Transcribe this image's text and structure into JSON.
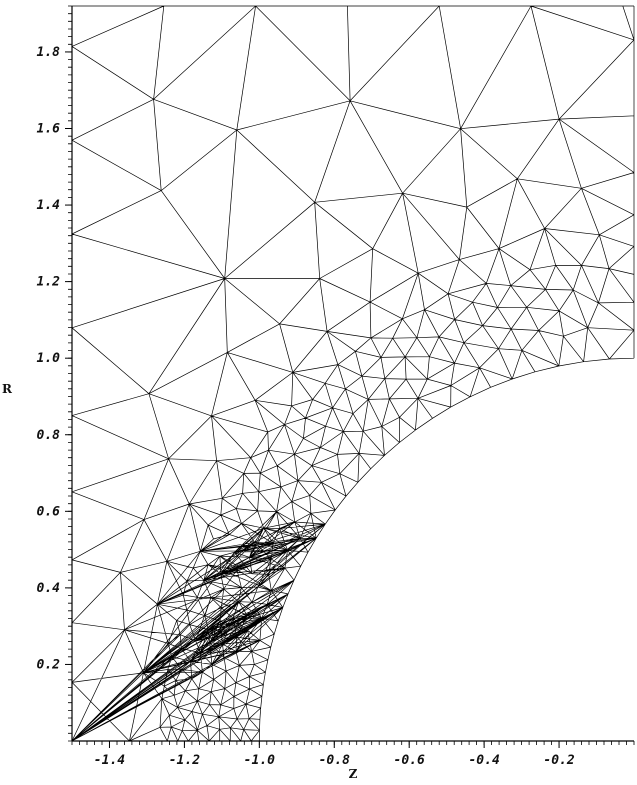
{
  "chart_data": {
    "type": "mesh",
    "xlabel": "Z",
    "ylabel": "R",
    "xlim": [
      -1.5,
      0.0
    ],
    "ylim": [
      0.0,
      1.92
    ],
    "x_ticks": [
      {
        "value": -1.4,
        "label": "-1.4"
      },
      {
        "value": -1.2,
        "label": "-1.2"
      },
      {
        "value": -1.0,
        "label": "-1.0"
      },
      {
        "value": -0.8,
        "label": "-0.8"
      },
      {
        "value": -0.6,
        "label": "-0.6"
      },
      {
        "value": -0.4,
        "label": "-0.4"
      },
      {
        "value": -0.2,
        "label": "-0.2"
      }
    ],
    "y_ticks": [
      {
        "value": 0.2,
        "label": "0.2"
      },
      {
        "value": 0.4,
        "label": "0.4"
      },
      {
        "value": 0.6,
        "label": "0.6"
      },
      {
        "value": 0.8,
        "label": "0.8"
      },
      {
        "value": 1.0,
        "label": "1.0"
      },
      {
        "value": 1.2,
        "label": "1.2"
      },
      {
        "value": 1.4,
        "label": "1.4"
      },
      {
        "value": 1.6,
        "label": "1.6"
      },
      {
        "value": 1.8,
        "label": "1.8"
      }
    ],
    "minor_tick_step": 0.02,
    "hole": {
      "center": [
        0.0,
        0.0
      ],
      "radius": 1.0
    },
    "dense_band": {
      "inner_radius": 1.0,
      "outer_radius": 1.27
    },
    "stroke_color": "#000000",
    "background_color": "#ffffff"
  }
}
